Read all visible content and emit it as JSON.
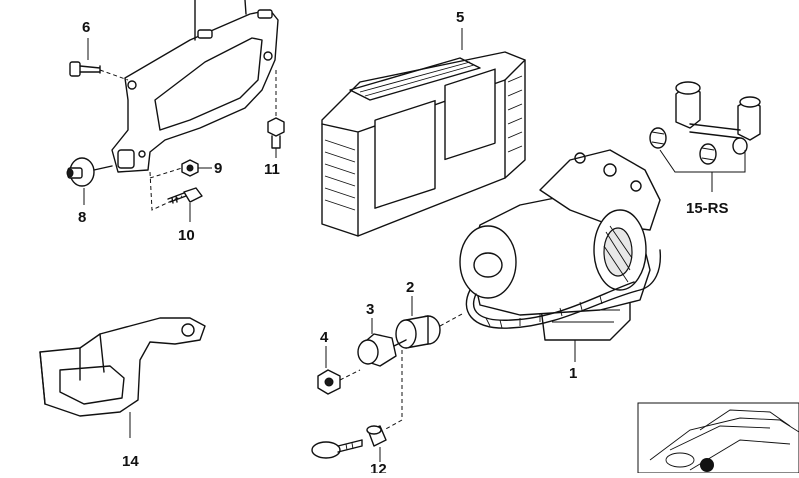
{
  "callouts": {
    "c1": "1",
    "c2": "2",
    "c3": "3",
    "c4": "4",
    "c5": "5",
    "c6": "6",
    "c8": "8",
    "c9": "9",
    "c10": "10",
    "c11": "11",
    "c12": "12",
    "c14": "14",
    "c15": "15-RS"
  }
}
